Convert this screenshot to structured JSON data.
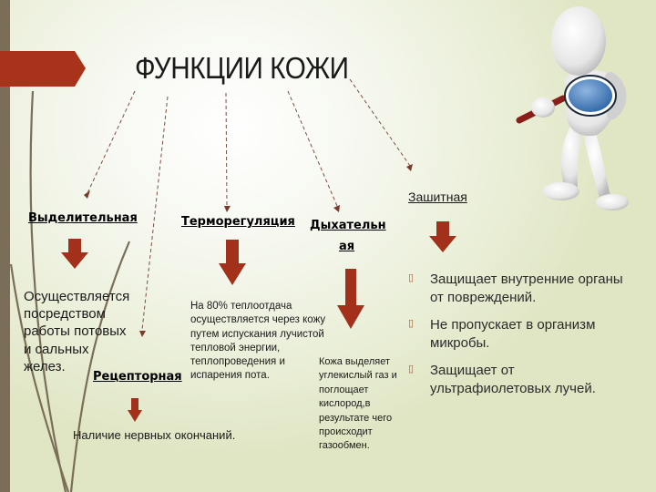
{
  "slide": {
    "title": "ФУНКЦИИ КОЖИ",
    "accent_color": "#a9321b",
    "sidebar_color": "#7a6e58"
  },
  "functions": {
    "excretory": {
      "heading": "Выделительная",
      "description": "Осуществляется посредством работы потовых и сальных желез."
    },
    "thermoregulation": {
      "heading": "Терморегуляция",
      "description": "На 80% теплоотдача осуществляется через кожу путем испускания лучистой тепловой энергии, теплопроведения и испарения пота."
    },
    "respiratory": {
      "heading_line1": "Дыхательн",
      "heading_line2": "ая",
      "description": "Кожа выделяет углекислый газ и поглощает кислород,в результате чего происходит газообмен."
    },
    "receptor": {
      "heading": "Рецепторная",
      "description": "Наличие нервных окончаний."
    },
    "protective": {
      "heading": "Зашитная",
      "items": [
        "Защищает внутренние органы от повреждений.",
        "Не пропускает в организм микробы.",
        "Защищает от ультрафиолетовых лучей."
      ],
      "bullet": "▯"
    }
  },
  "illustration": {
    "label": "3d-figure-with-magnifying-glass"
  }
}
